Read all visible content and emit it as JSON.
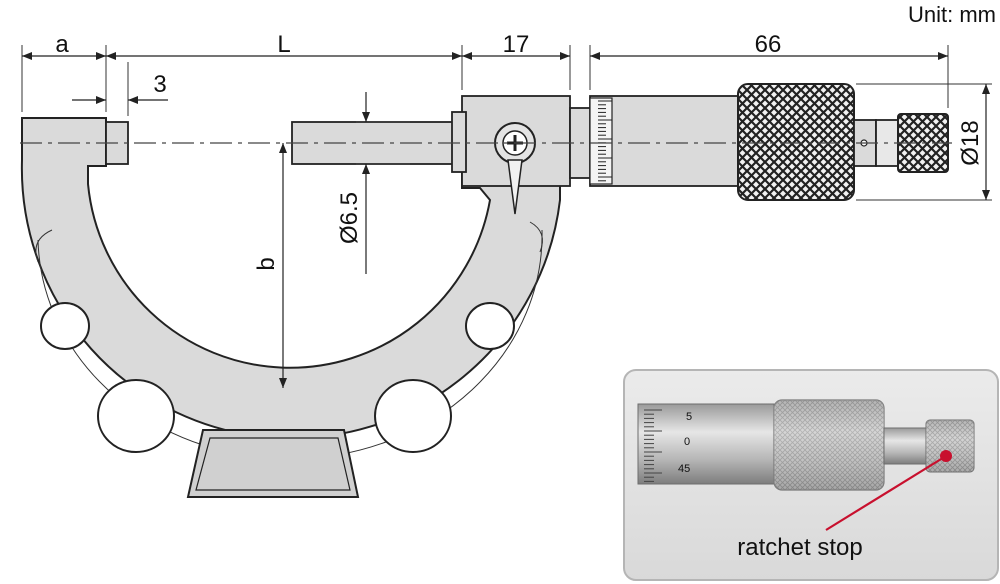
{
  "diagram": {
    "unit_label": "Unit: mm",
    "dimensions": {
      "a": "a",
      "L": "L",
      "d17": "17",
      "d66": "66",
      "d3": "3",
      "b": "b",
      "spindle_dia": "Ø6.5",
      "thimble_dia": "Ø18"
    },
    "inset": {
      "callout": "ratchet stop",
      "scale_marks": [
        "5",
        "0",
        "45"
      ]
    },
    "colors": {
      "body_fill": "#dadada",
      "inset_bg": "#e6e6e6",
      "callout_line": "#c8102e"
    }
  }
}
